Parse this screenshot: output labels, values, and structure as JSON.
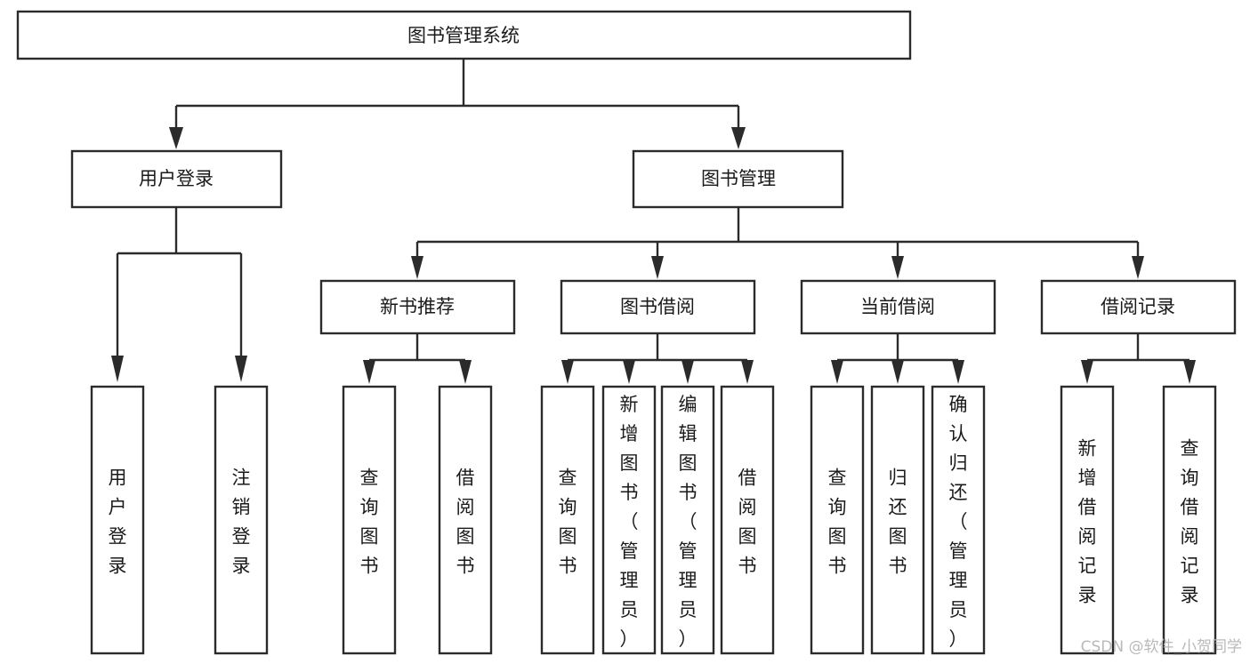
{
  "diagram": {
    "title": "图书管理系统",
    "type": "tree-hierarchy-chart",
    "root": {
      "label": "图书管理系统",
      "orientation": "horizontal"
    },
    "level2": [
      {
        "label": "用户登录",
        "orientation": "horizontal"
      },
      {
        "label": "图书管理",
        "orientation": "horizontal"
      }
    ],
    "level3": [
      {
        "label": "新书推荐",
        "orientation": "horizontal",
        "parent": "图书管理"
      },
      {
        "label": "图书借阅",
        "orientation": "horizontal",
        "parent": "图书管理"
      },
      {
        "label": "当前借阅",
        "orientation": "horizontal",
        "parent": "图书管理"
      },
      {
        "label": "借阅记录",
        "orientation": "horizontal",
        "parent": "图书管理"
      }
    ],
    "leaves": {
      "user_login": [
        {
          "label": "用户登录",
          "orientation": "vertical"
        },
        {
          "label": "注销登录",
          "orientation": "vertical"
        }
      ],
      "new_book_recommend": [
        {
          "label": "查询图书",
          "orientation": "vertical"
        },
        {
          "label": "借阅图书",
          "orientation": "vertical"
        }
      ],
      "book_borrow": [
        {
          "label": "查询图书",
          "orientation": "vertical"
        },
        {
          "label": "新增图书（管理员）",
          "orientation": "vertical"
        },
        {
          "label": "编辑图书（管理员）",
          "orientation": "vertical"
        },
        {
          "label": "借阅图书",
          "orientation": "vertical"
        }
      ],
      "current_borrow": [
        {
          "label": "查询图书",
          "orientation": "vertical"
        },
        {
          "label": "归还图书",
          "orientation": "vertical"
        },
        {
          "label": "确认归还（管理员）",
          "orientation": "vertical"
        }
      ],
      "borrow_record": [
        {
          "label": "新增借阅记录",
          "orientation": "vertical"
        },
        {
          "label": "查询借阅记录",
          "orientation": "vertical"
        }
      ]
    }
  },
  "watermark": {
    "text": "CSDN @软件_小贺同学"
  },
  "colors": {
    "background": "#ffffff",
    "box_fill": "#ffffff",
    "box_stroke": "#2b2b2b",
    "connector": "#2b2b2b",
    "text": "#1a1a1a",
    "watermark": "#b9b9b9"
  }
}
